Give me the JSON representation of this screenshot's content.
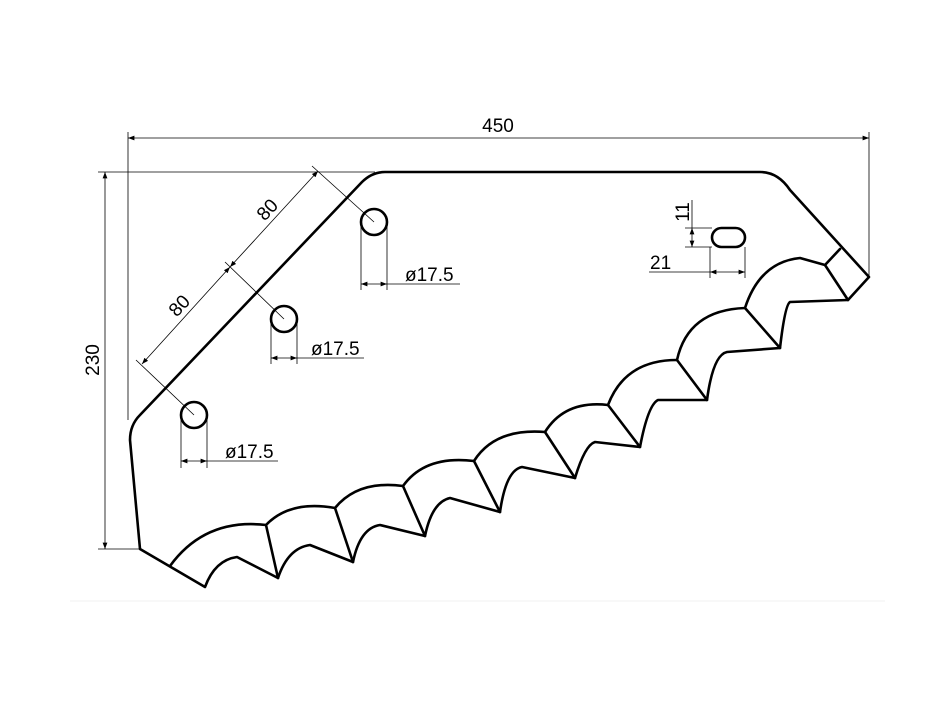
{
  "drawing": {
    "overall_width": "450",
    "overall_height": "230",
    "hole_spacing_1": "80",
    "hole_spacing_2": "80",
    "hole_diameter_1": "ø17.5",
    "hole_diameter_2": "ø17.5",
    "hole_diameter_3": "ø17.5",
    "slot_height": "11",
    "slot_width": "21"
  },
  "colors": {
    "line": "#000000",
    "background": "#ffffff"
  }
}
